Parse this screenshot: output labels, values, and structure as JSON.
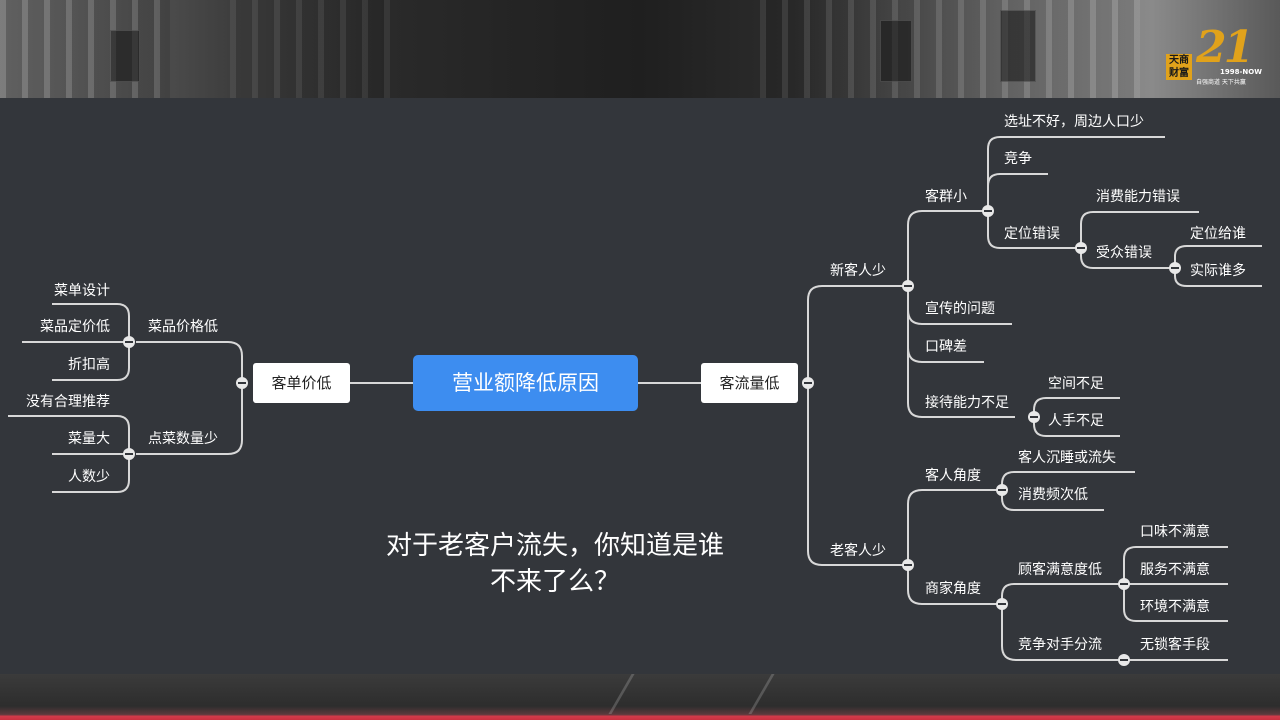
{
  "logo": {
    "box_text": "天商财富",
    "number": "21",
    "since": "1998-NOW",
    "motto": "自强商道 天下共赢"
  },
  "root": {
    "label": "营业额降低原因"
  },
  "left": {
    "branch": {
      "label": "客单价低"
    },
    "groups": [
      {
        "label": "菜品价格低",
        "items": [
          "菜单设计",
          "菜品定价低",
          "折扣高"
        ]
      },
      {
        "label": "点菜数量少",
        "items": [
          "没有合理推荐",
          "菜量大",
          "人数少"
        ]
      }
    ]
  },
  "right": {
    "branch": {
      "label": "客流量低"
    },
    "new_customers": {
      "label": "新客人少",
      "small_group": {
        "label": "客群小",
        "site": "选址不好，周边人口少",
        "competition": "竞争",
        "positioning": {
          "label": "定位错误",
          "consumption": "消费能力错误",
          "audience": {
            "label": "受众错误",
            "items": [
              "定位给谁",
              "实际谁多"
            ]
          }
        }
      },
      "promotion": "宣传的问题",
      "reputation": "口碑差",
      "capacity": {
        "label": "接待能力不足",
        "items": [
          "空间不足",
          "人手不足"
        ]
      }
    },
    "old_customers": {
      "label": "老客人少",
      "guest_view": {
        "label": "客人角度",
        "items": [
          "客人沉睡或流失",
          "消费频次低"
        ]
      },
      "merchant_view": {
        "label": "商家角度",
        "satisfaction": {
          "label": "顾客满意度低",
          "items": [
            "口味不满意",
            "服务不满意",
            "环境不满意"
          ]
        },
        "competitor": {
          "label": "竞争对手分流",
          "items": [
            "无锁客手段"
          ]
        }
      }
    }
  },
  "question": {
    "line1": "对于老客户流失，你知道是谁",
    "line2": "不来了么？"
  },
  "colors": {
    "line": "#d8d8d8",
    "root_fill": "#3d8df0",
    "panel": "#33363b",
    "accent_logo": "#e1a21b"
  }
}
